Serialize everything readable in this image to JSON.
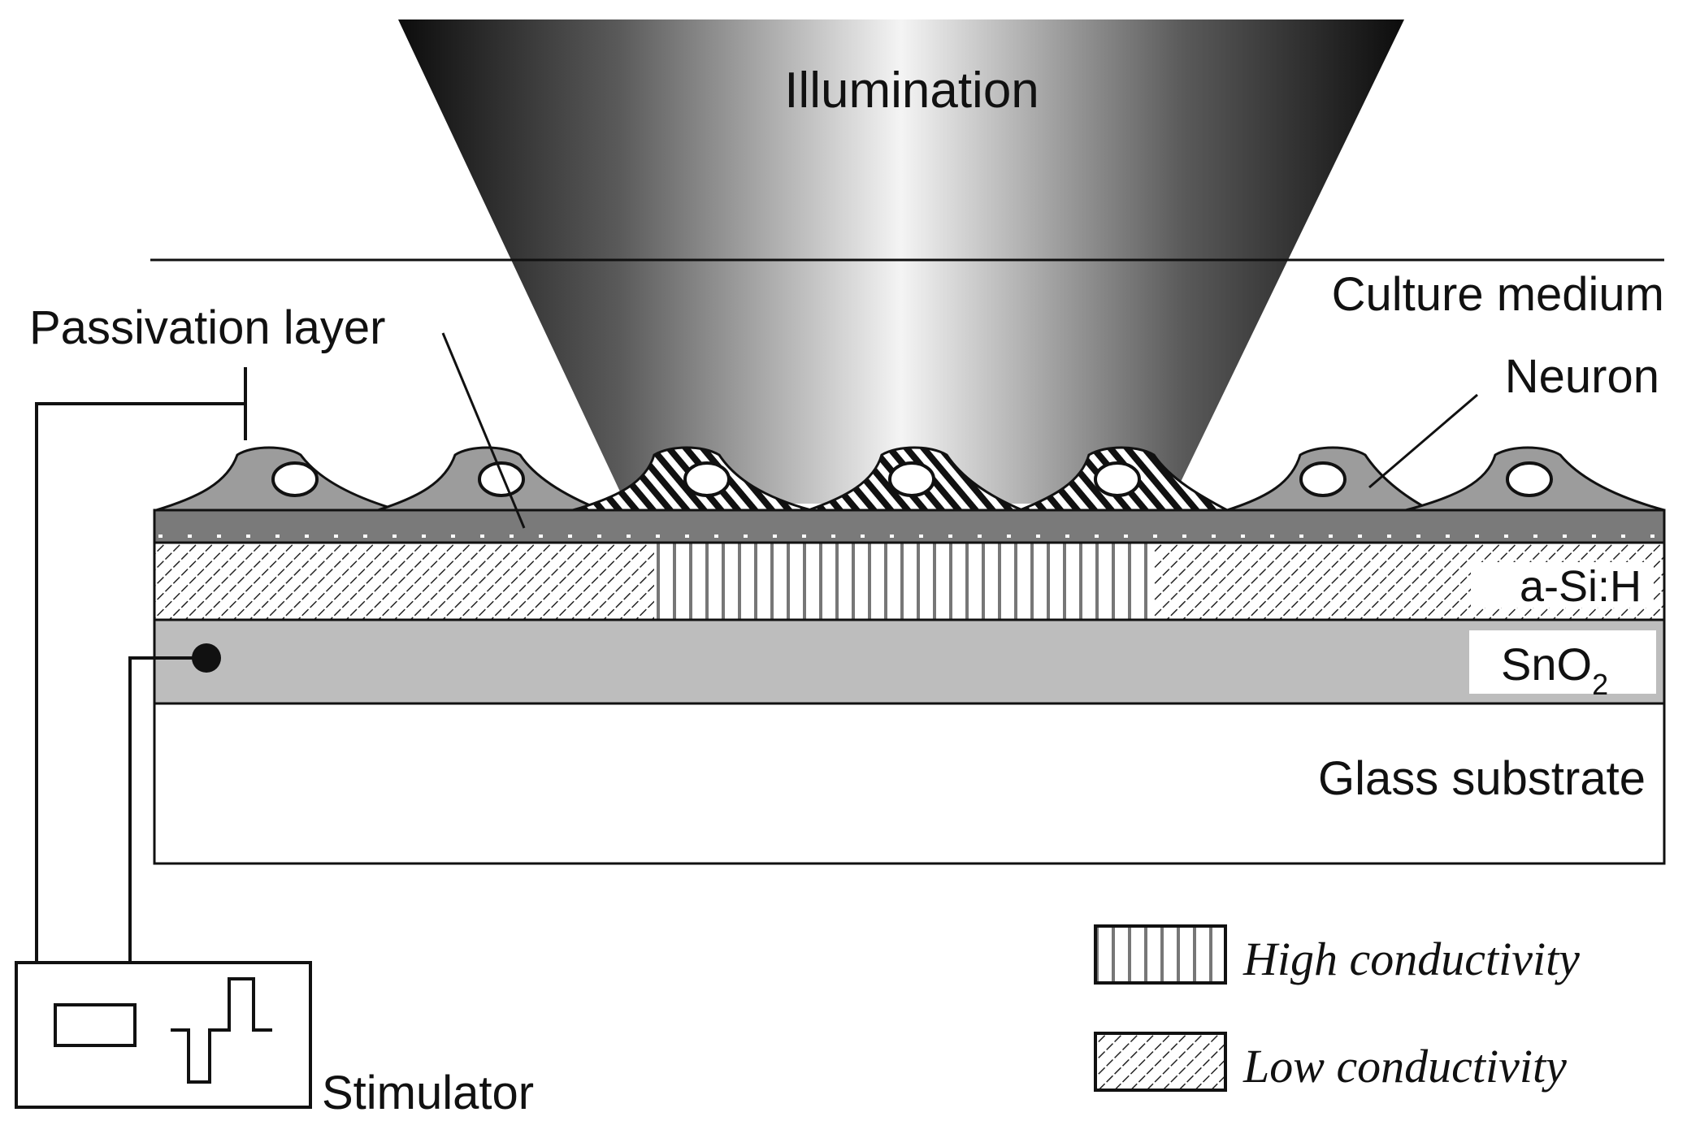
{
  "labels": {
    "illumination": "Illumination",
    "culture_medium": "Culture medium",
    "passivation_layer": "Passivation layer",
    "neuron": "Neuron",
    "asih": "a-Si:H",
    "sno2_base": "SnO",
    "sno2_sub": "2",
    "glass_substrate": "Glass substrate",
    "stimulator": "Stimulator"
  },
  "legend": {
    "high": "High conductivity",
    "low": "Low conductivity"
  }
}
